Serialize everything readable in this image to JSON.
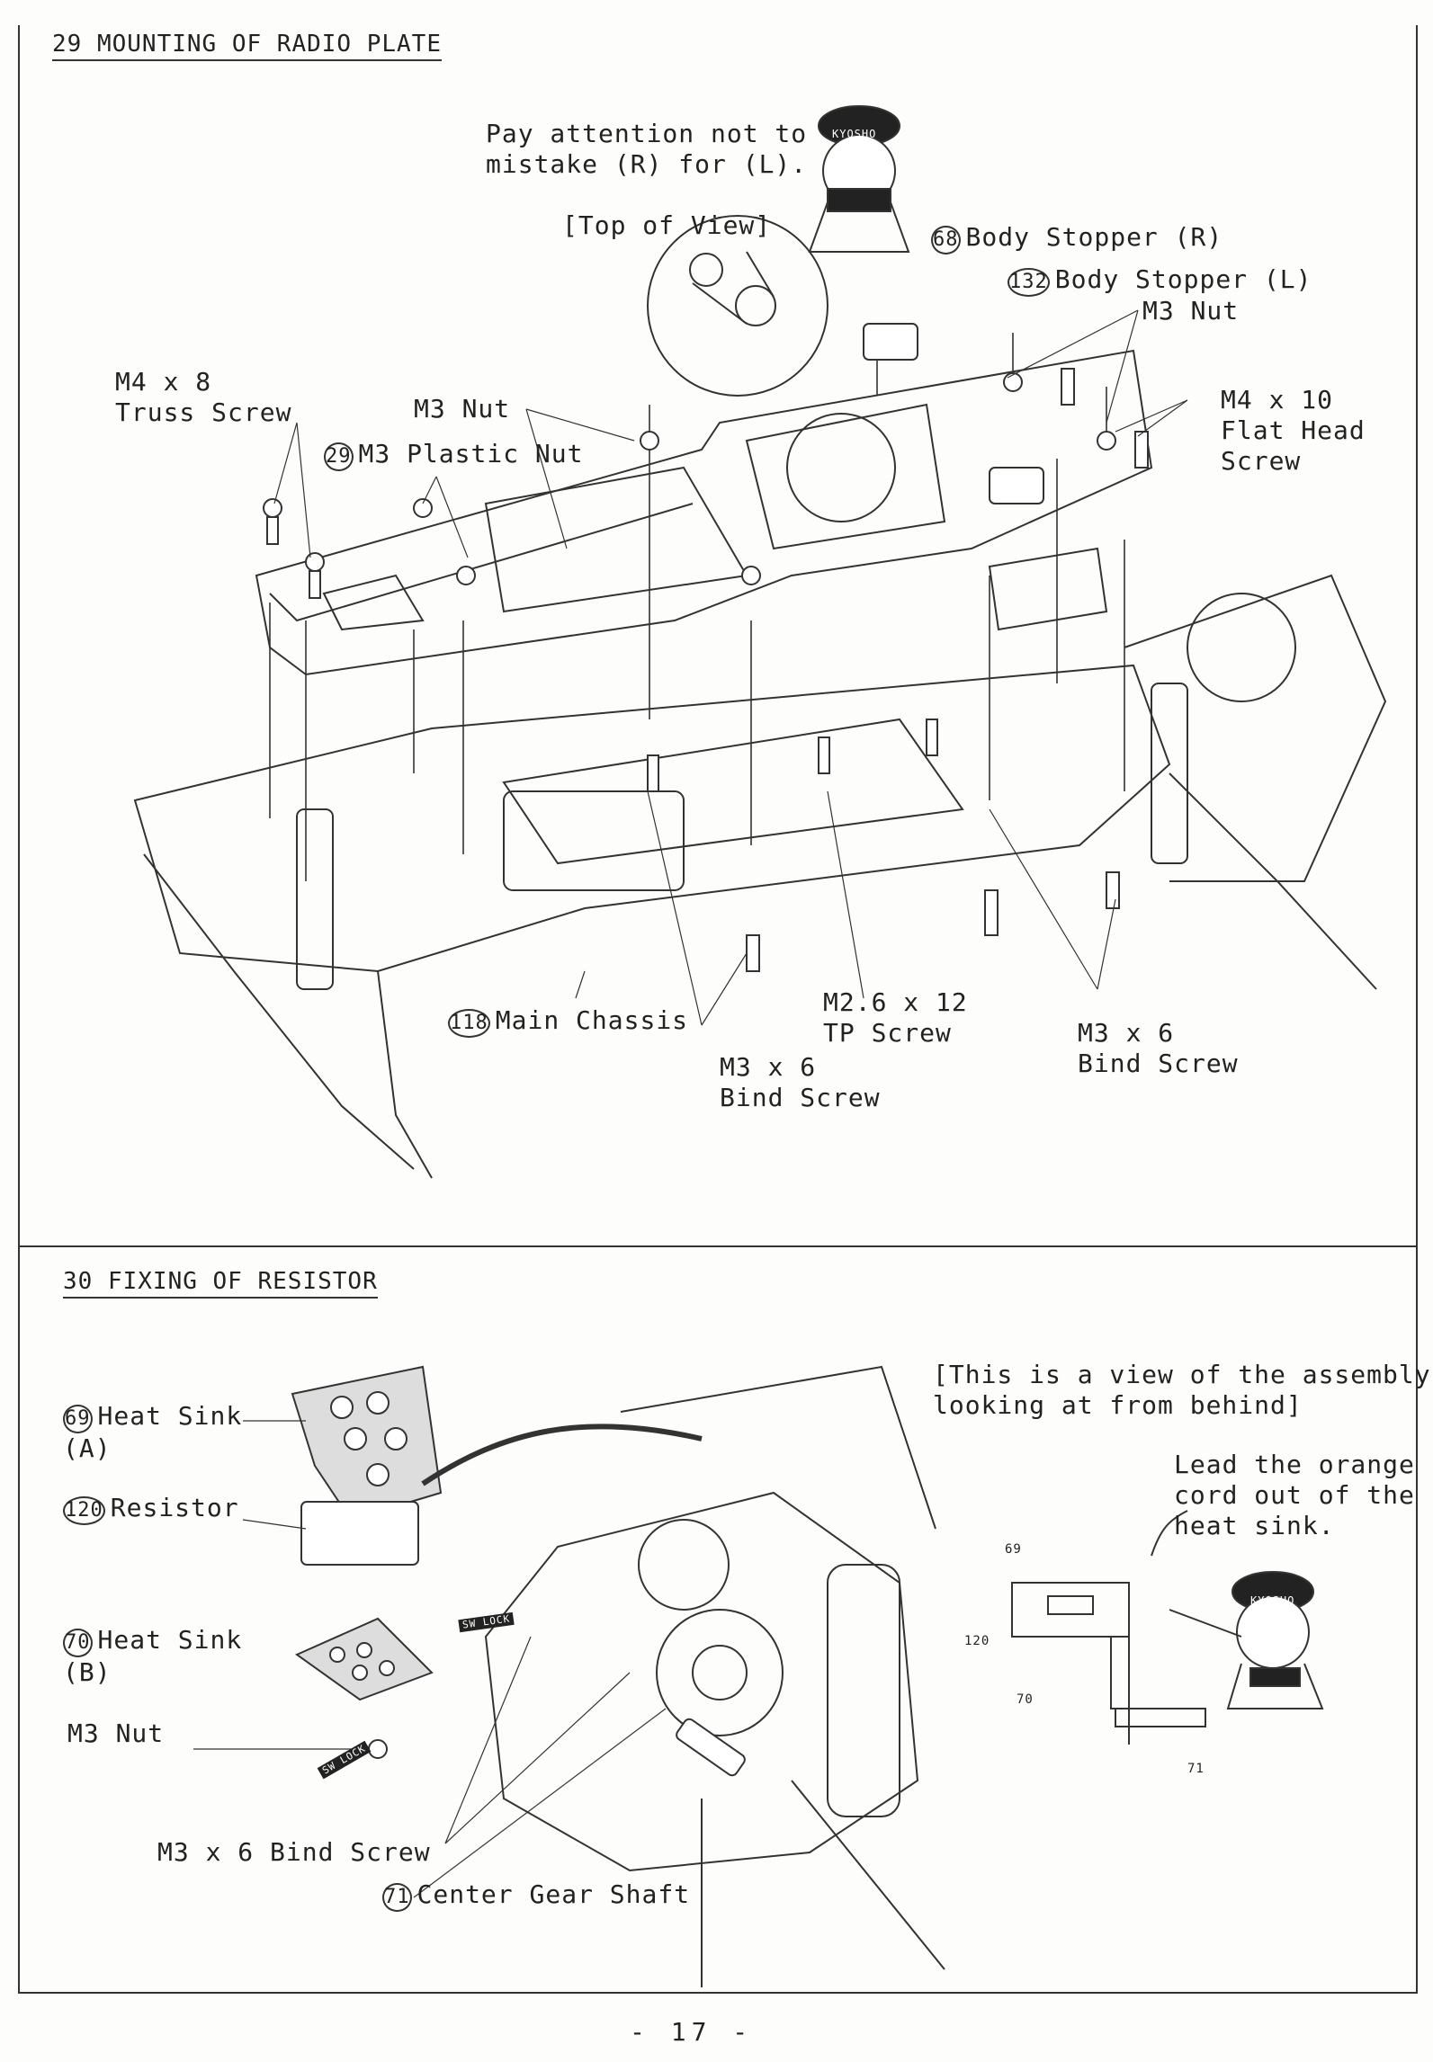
{
  "section29": {
    "title": "29 MOUNTING OF RADIO PLATE",
    "attention": "Pay attention not to\nmistake (R) for (L).",
    "top_view": "[Top of View]",
    "cap_text": "KYOSHO",
    "labels": {
      "body_stopper_r_num": "68",
      "body_stopper_r": "Body Stopper (R)",
      "body_stopper_l_num": "132",
      "body_stopper_l": "Body Stopper (L)",
      "m3_nut_right": "M3 Nut",
      "m4x8": "M4 x 8\nTruss Screw",
      "m3_nut_mid": "M3 Nut",
      "m3_plastic_nut_num": "29",
      "m3_plastic_nut": "M3 Plastic Nut",
      "m4x10": "M4 x 10\nFlat Head\nScrew",
      "main_chassis_num": "118",
      "main_chassis": "Main Chassis",
      "m3x6_left": "M3 x 6\nBind Screw",
      "m26x12": "M2.6 x 12\nTP Screw",
      "m3x6_right": "M3 x 6\nBind Screw"
    }
  },
  "section30": {
    "title": "30 FIXING OF RESISTOR",
    "view_note": "[This is a view of the assembly\nlooking at from behind]",
    "lead_note": "Lead the orange\ncord out of the\nheat sink.",
    "cap_text": "KYOSHO",
    "labels": {
      "heat_sink_a_num": "69",
      "heat_sink_a": "Heat Sink\n(A)",
      "resistor_num": "120",
      "resistor": "Resistor",
      "heat_sink_b_num": "70",
      "heat_sink_b": "Heat Sink\n(B)",
      "m3_nut": "M3 Nut",
      "m3x6": "M3 x 6 Bind Screw",
      "center_gear_shaft_num": "71",
      "center_gear_shaft": "Center Gear Shaft",
      "sw_lock_1": "SW LOCK",
      "sw_lock_2": "SW LOCK"
    },
    "inset_labels": {
      "p69": "69",
      "p120": "120",
      "p70": "70",
      "p71": "71"
    }
  },
  "footer": {
    "page_number": "- 17 -"
  }
}
